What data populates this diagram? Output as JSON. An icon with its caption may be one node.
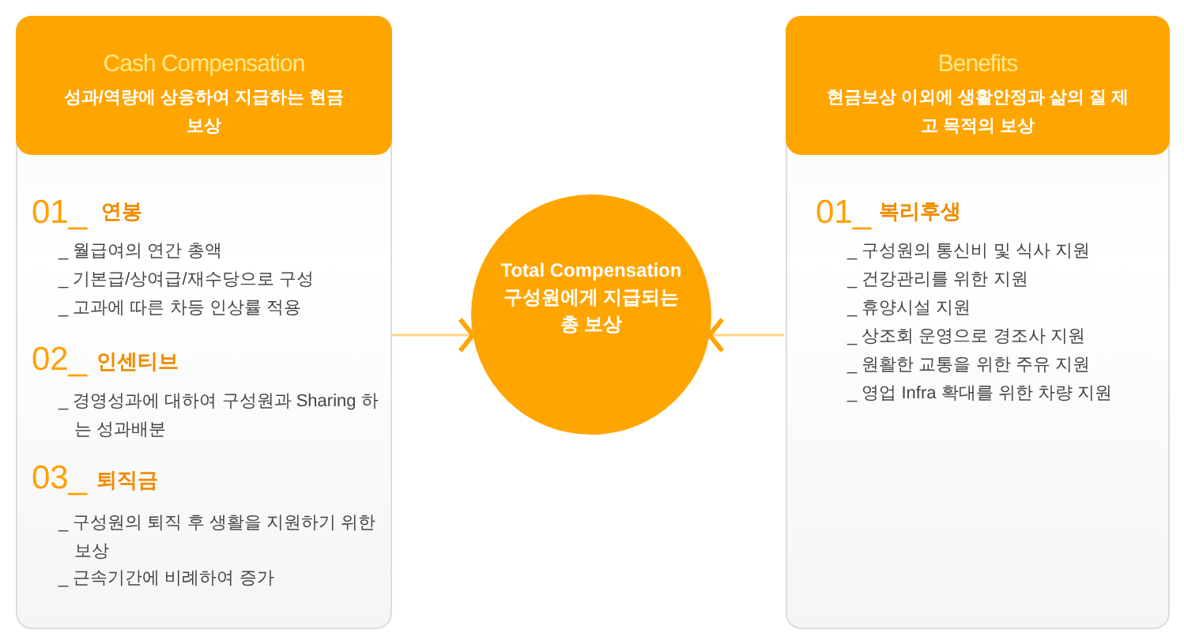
{
  "diagram": {
    "nodes": [
      {
        "text": [
          "Cash Compensation",
          "성과/역량에 상응하여 지급하는 현금 보상",
          "01_",
          "연봉",
          "_ 월급여의 연간 총액",
          "_ 기본급/상여급/재수당으로 구성",
          "_ 고과에 따른 차등 인상률 적용",
          "02_",
          "인센티브",
          "_ 경영성과에 대하여 구성원과 Sharing 하는 성과배분",
          "03_",
          "퇴직금",
          "_ 구성원의 퇴직 후 생활을 지원하기 위한 보상",
          "_ 근속기간에 비례하여 증가"
        ]
      },
      {
        "text": [
          "Total Compensation 구성원에게 지급되는 총 보상"
        ]
      },
      {
        "text": [
          "Benefits",
          "현금보상 이외에 생활안정과 삶의 질 제고 목적의 보상",
          "01_",
          "복리후생",
          "_ 구성원의 통신비 및 식사 지원",
          "_ 건강관리를 위한 지원",
          "_ 휴양시설 지원",
          "_ 상조회 운영으로 경조사 지원",
          "_ 원활한 교통을 위한 주유 지원",
          "_ 영업 Infra 확대를 위한 차량 지원"
        ]
      }
    ],
    "edges": [
      {
        "from": 0,
        "to": 1,
        "arrow": "to"
      },
      {
        "from": 2,
        "to": 1,
        "arrow": "to"
      }
    ]
  }
}
